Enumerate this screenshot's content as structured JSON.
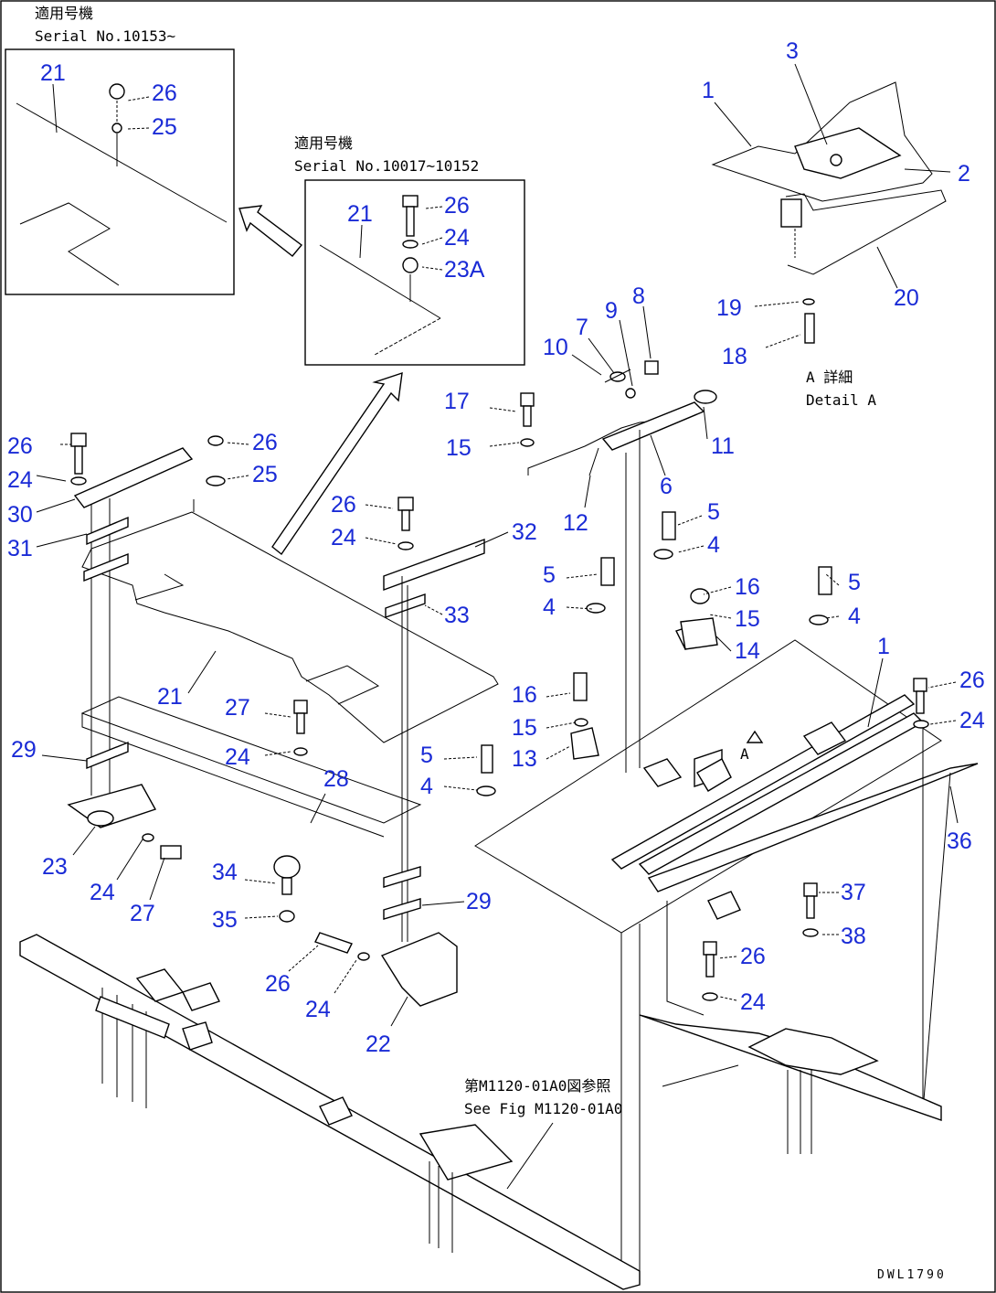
{
  "notes": {
    "inset_left_jp": "適用号機",
    "inset_left_serial": "Serial No.10153~",
    "inset_mid_jp": "適用号機",
    "inset_mid_serial": "Serial No.10017~10152",
    "detail_jp": "A 詳細",
    "detail_en": "Detail A",
    "see_fig_jp": "第M1120-01A0図参照",
    "see_fig_en": "See Fig M1120-01A0",
    "detail_marker": "A",
    "drawing_code": "DWL1790"
  },
  "callouts": [
    {
      "id": "c-21-a",
      "label": "21"
    },
    {
      "id": "c-26-a",
      "label": "26"
    },
    {
      "id": "c-25-a",
      "label": "25"
    },
    {
      "id": "c-21-b",
      "label": "21"
    },
    {
      "id": "c-26-b",
      "label": "26"
    },
    {
      "id": "c-24-b",
      "label": "24"
    },
    {
      "id": "c-23a",
      "label": "23A"
    },
    {
      "id": "c-3",
      "label": "3"
    },
    {
      "id": "c-1-a",
      "label": "1"
    },
    {
      "id": "c-2",
      "label": "2"
    },
    {
      "id": "c-20",
      "label": "20"
    },
    {
      "id": "c-19",
      "label": "19"
    },
    {
      "id": "c-18",
      "label": "18"
    },
    {
      "id": "c-8",
      "label": "8"
    },
    {
      "id": "c-9",
      "label": "9"
    },
    {
      "id": "c-7",
      "label": "7"
    },
    {
      "id": "c-10",
      "label": "10"
    },
    {
      "id": "c-17",
      "label": "17"
    },
    {
      "id": "c-15-a",
      "label": "15"
    },
    {
      "id": "c-11",
      "label": "11"
    },
    {
      "id": "c-6",
      "label": "6"
    },
    {
      "id": "c-12",
      "label": "12"
    },
    {
      "id": "c-5-a",
      "label": "5"
    },
    {
      "id": "c-4-a",
      "label": "4"
    },
    {
      "id": "c-26-c",
      "label": "26"
    },
    {
      "id": "c-24-c",
      "label": "24"
    },
    {
      "id": "c-30",
      "label": "30"
    },
    {
      "id": "c-31",
      "label": "31"
    },
    {
      "id": "c-26-d",
      "label": "26"
    },
    {
      "id": "c-25-d",
      "label": "25"
    },
    {
      "id": "c-26-e",
      "label": "26"
    },
    {
      "id": "c-24-e",
      "label": "24"
    },
    {
      "id": "c-32",
      "label": "32"
    },
    {
      "id": "c-33",
      "label": "33"
    },
    {
      "id": "c-5-b",
      "label": "5"
    },
    {
      "id": "c-4-b",
      "label": "4"
    },
    {
      "id": "c-16-a",
      "label": "16"
    },
    {
      "id": "c-15-b",
      "label": "15"
    },
    {
      "id": "c-14",
      "label": "14"
    },
    {
      "id": "c-5-c",
      "label": "5"
    },
    {
      "id": "c-4-c",
      "label": "4"
    },
    {
      "id": "c-1-b",
      "label": "1"
    },
    {
      "id": "c-21-c",
      "label": "21"
    },
    {
      "id": "c-27-a",
      "label": "27"
    },
    {
      "id": "c-24-f",
      "label": "24"
    },
    {
      "id": "c-16-b",
      "label": "16"
    },
    {
      "id": "c-15-c",
      "label": "15"
    },
    {
      "id": "c-13",
      "label": "13"
    },
    {
      "id": "c-26-f",
      "label": "26"
    },
    {
      "id": "c-24-g",
      "label": "24"
    },
    {
      "id": "c-29-a",
      "label": "29"
    },
    {
      "id": "c-28",
      "label": "28"
    },
    {
      "id": "c-5-d",
      "label": "5"
    },
    {
      "id": "c-4-d",
      "label": "4"
    },
    {
      "id": "c-36",
      "label": "36"
    },
    {
      "id": "c-23",
      "label": "23"
    },
    {
      "id": "c-24-h",
      "label": "24"
    },
    {
      "id": "c-27-b",
      "label": "27"
    },
    {
      "id": "c-34",
      "label": "34"
    },
    {
      "id": "c-35",
      "label": "35"
    },
    {
      "id": "c-29-b",
      "label": "29"
    },
    {
      "id": "c-37",
      "label": "37"
    },
    {
      "id": "c-38",
      "label": "38"
    },
    {
      "id": "c-26-g",
      "label": "26"
    },
    {
      "id": "c-24-i",
      "label": "24"
    },
    {
      "id": "c-26-h",
      "label": "26"
    },
    {
      "id": "c-24-j",
      "label": "24"
    },
    {
      "id": "c-22",
      "label": "22"
    }
  ]
}
